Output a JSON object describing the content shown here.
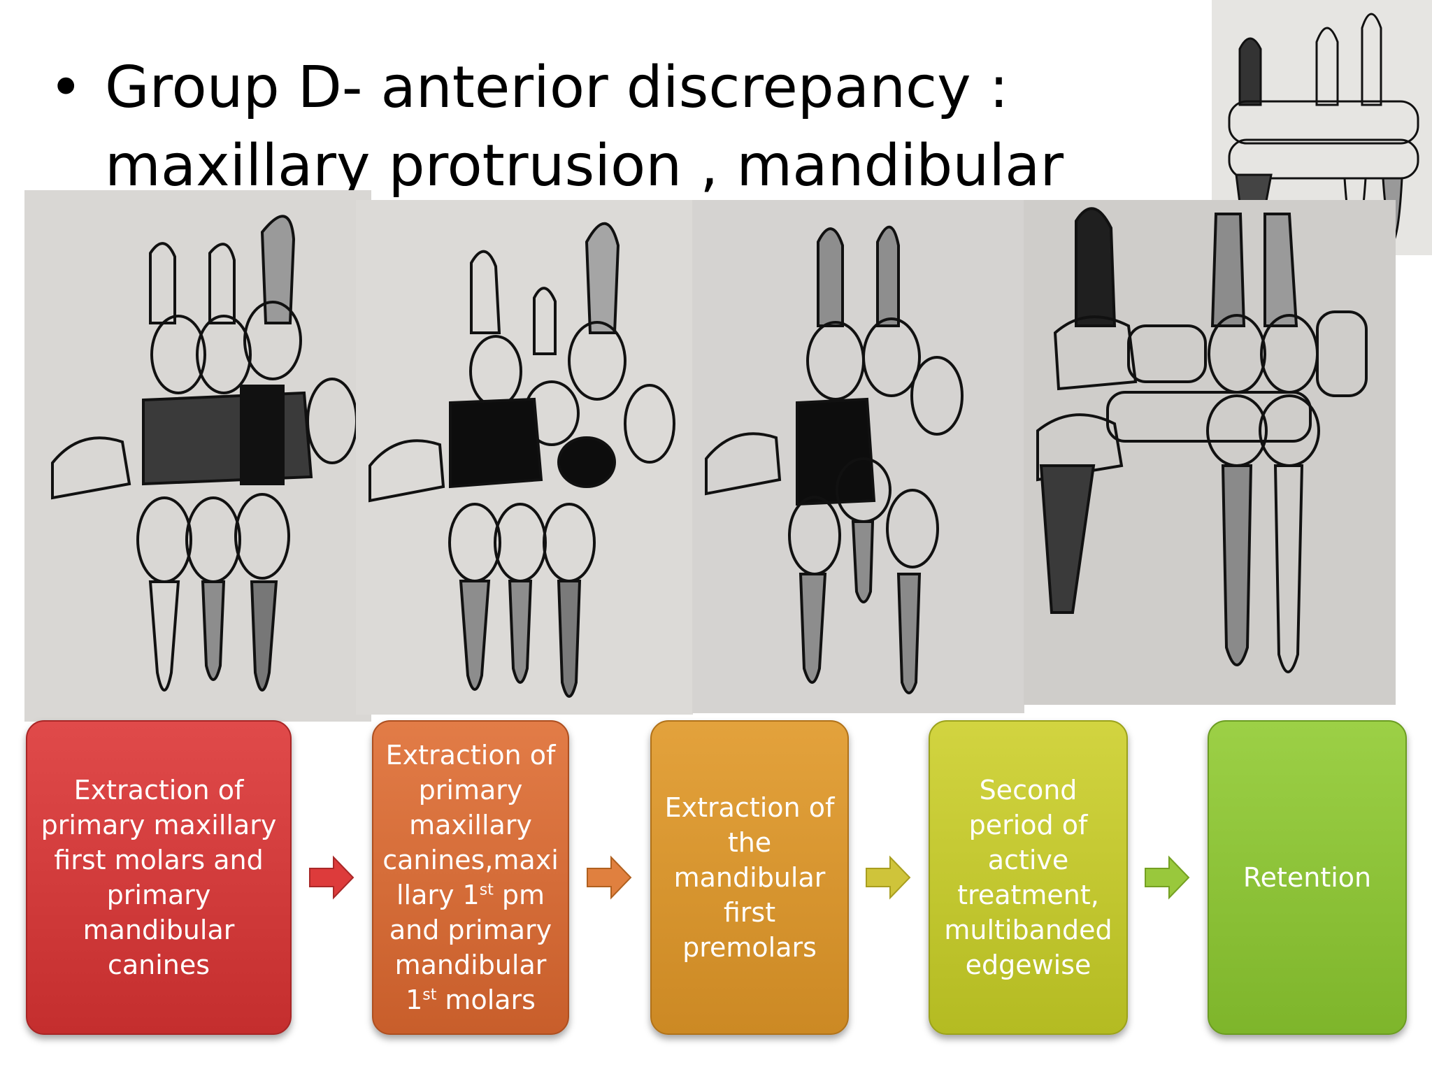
{
  "slide": {
    "title": "Group D- anterior discrepancy : maxillary protrusion , mandibular incisor crowding"
  },
  "flow": {
    "box1": "Extraction of primary maxillary first molars and primary mandibular canines",
    "box2": {
      "line1": "Extraction of primary maxillary canines,maxi llary 1",
      "sup1": "st",
      "line2": " pm and primary mandibular 1",
      "sup2": "st",
      "line3": " molars"
    },
    "box3": "Extraction of the mandibular first premolars",
    "box4": "Second period of active treatment, multibanded edgewise",
    "box5": "Retention"
  },
  "colors": {
    "step1": "#d43c3c",
    "step2": "#d86c37",
    "step3": "#d8962f",
    "step4": "#c3c830",
    "step5": "#8dc238"
  },
  "icons": [
    "arrow-right-icon"
  ]
}
